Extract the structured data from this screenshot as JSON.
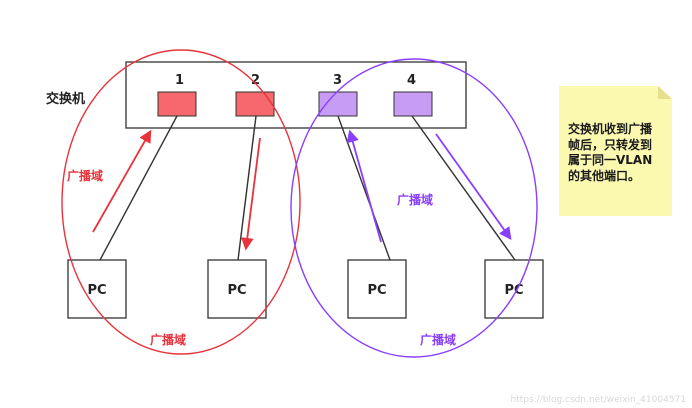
{
  "switch": {
    "label": "交换机",
    "ports": [
      {
        "label": "1",
        "color": "#f7686e",
        "domain": "red"
      },
      {
        "label": "2",
        "color": "#f7686e",
        "domain": "red"
      },
      {
        "label": "3",
        "color": "#c79cf5",
        "domain": "purple"
      },
      {
        "label": "4",
        "color": "#c79cf5",
        "domain": "purple"
      }
    ]
  },
  "pcs": [
    {
      "label": "PC"
    },
    {
      "label": "PC"
    },
    {
      "label": "PC"
    },
    {
      "label": "PC"
    }
  ],
  "broadcast_domains": {
    "red": {
      "color": "#e8323c",
      "labels": [
        "广播域",
        "广播域"
      ]
    },
    "purple": {
      "color": "#8a3ffc",
      "labels": [
        "广播域",
        "广播域"
      ]
    }
  },
  "note": {
    "lines": [
      "交换机收到广播",
      "帧后，只转发到",
      "属于同一VLAN",
      "的其他端口。"
    ]
  },
  "watermark": "https://blog.csdn.net/weixin_41004571"
}
